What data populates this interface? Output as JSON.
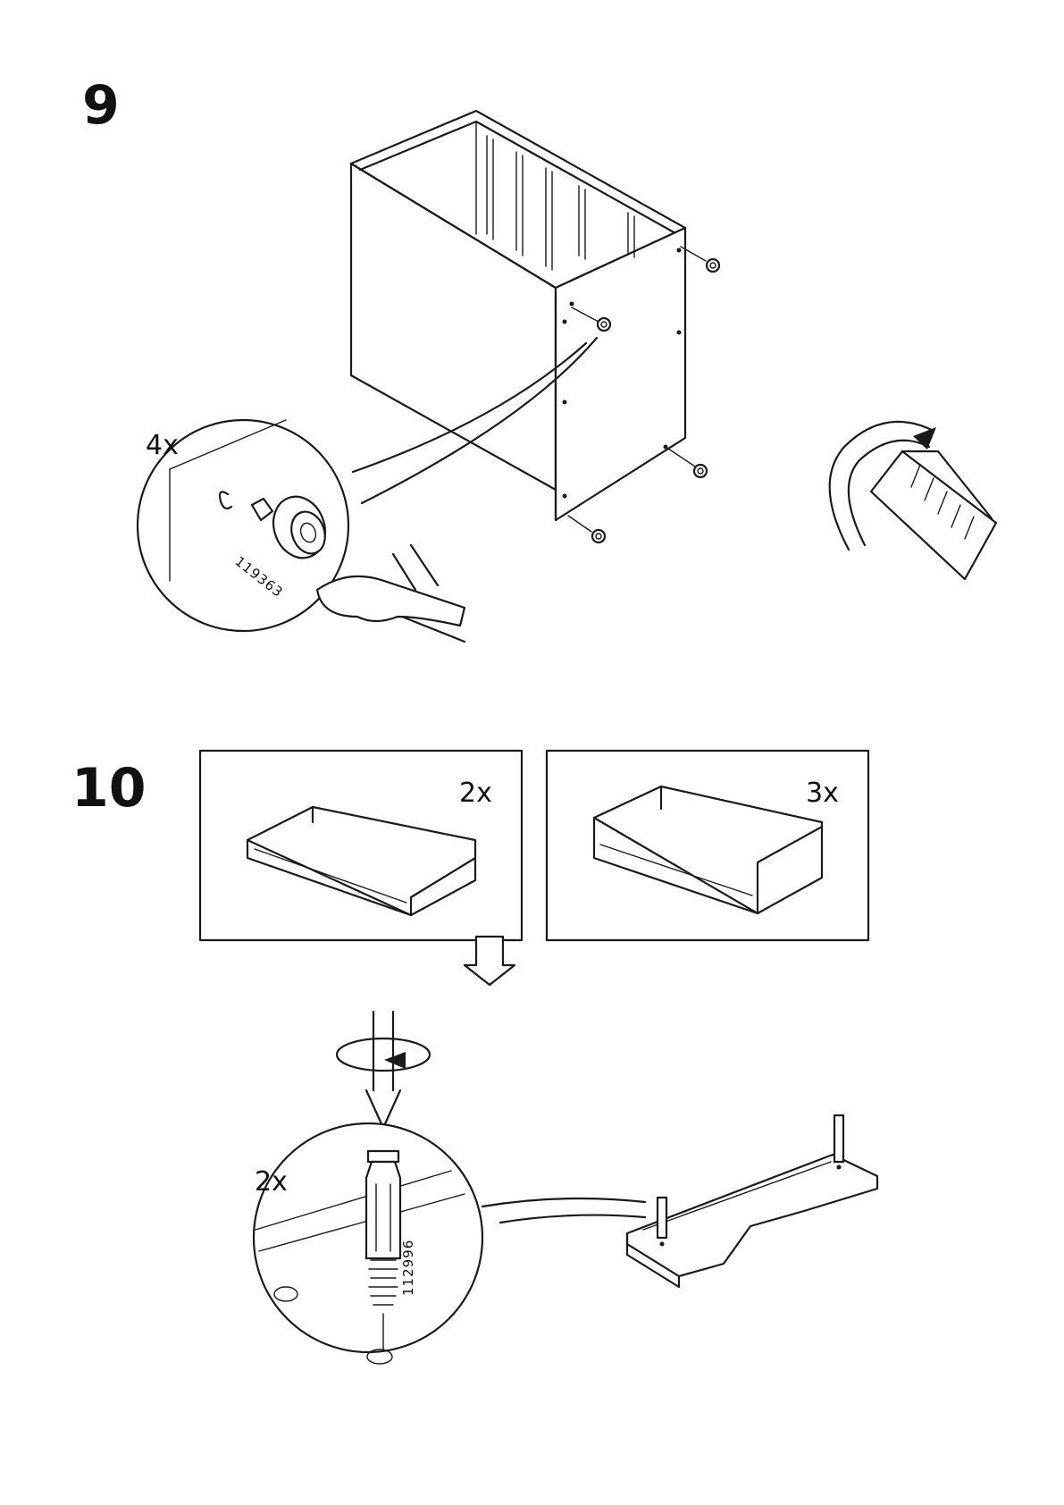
{
  "steps": [
    {
      "number": "9",
      "quantity": "4x",
      "part_number": "119363"
    },
    {
      "number": "10",
      "drawer_boxes": [
        {
          "quantity": "2x"
        },
        {
          "quantity": "3x"
        }
      ],
      "detail_quantity": "2x",
      "part_number": "112996"
    }
  ]
}
